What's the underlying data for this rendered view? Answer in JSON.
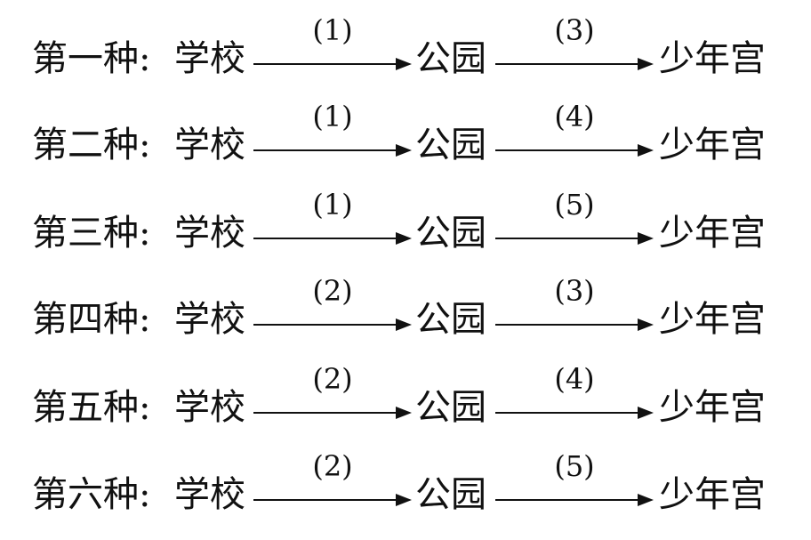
{
  "routes": [
    {
      "name": "第一种:",
      "start": "学校",
      "mid": "公园",
      "end": "少年宫",
      "path1": "(1)",
      "path2": "(3)"
    },
    {
      "name": "第二种:",
      "start": "学校",
      "mid": "公园",
      "end": "少年宫",
      "path1": "(1)",
      "path2": "(4)"
    },
    {
      "name": "第三种:",
      "start": "学校",
      "mid": "公园",
      "end": "少年宫",
      "path1": "(1)",
      "path2": "(5)"
    },
    {
      "name": "第四种:",
      "start": "学校",
      "mid": "公园",
      "end": "少年宫",
      "path1": "(2)",
      "path2": "(3)"
    },
    {
      "name": "第五种:",
      "start": "学校",
      "mid": "公园",
      "end": "少年宫",
      "path1": "(2)",
      "path2": "(4)"
    },
    {
      "name": "第六种:",
      "start": "学校",
      "mid": "公园",
      "end": "少年宫",
      "path1": "(2)",
      "path2": "(5)"
    }
  ]
}
